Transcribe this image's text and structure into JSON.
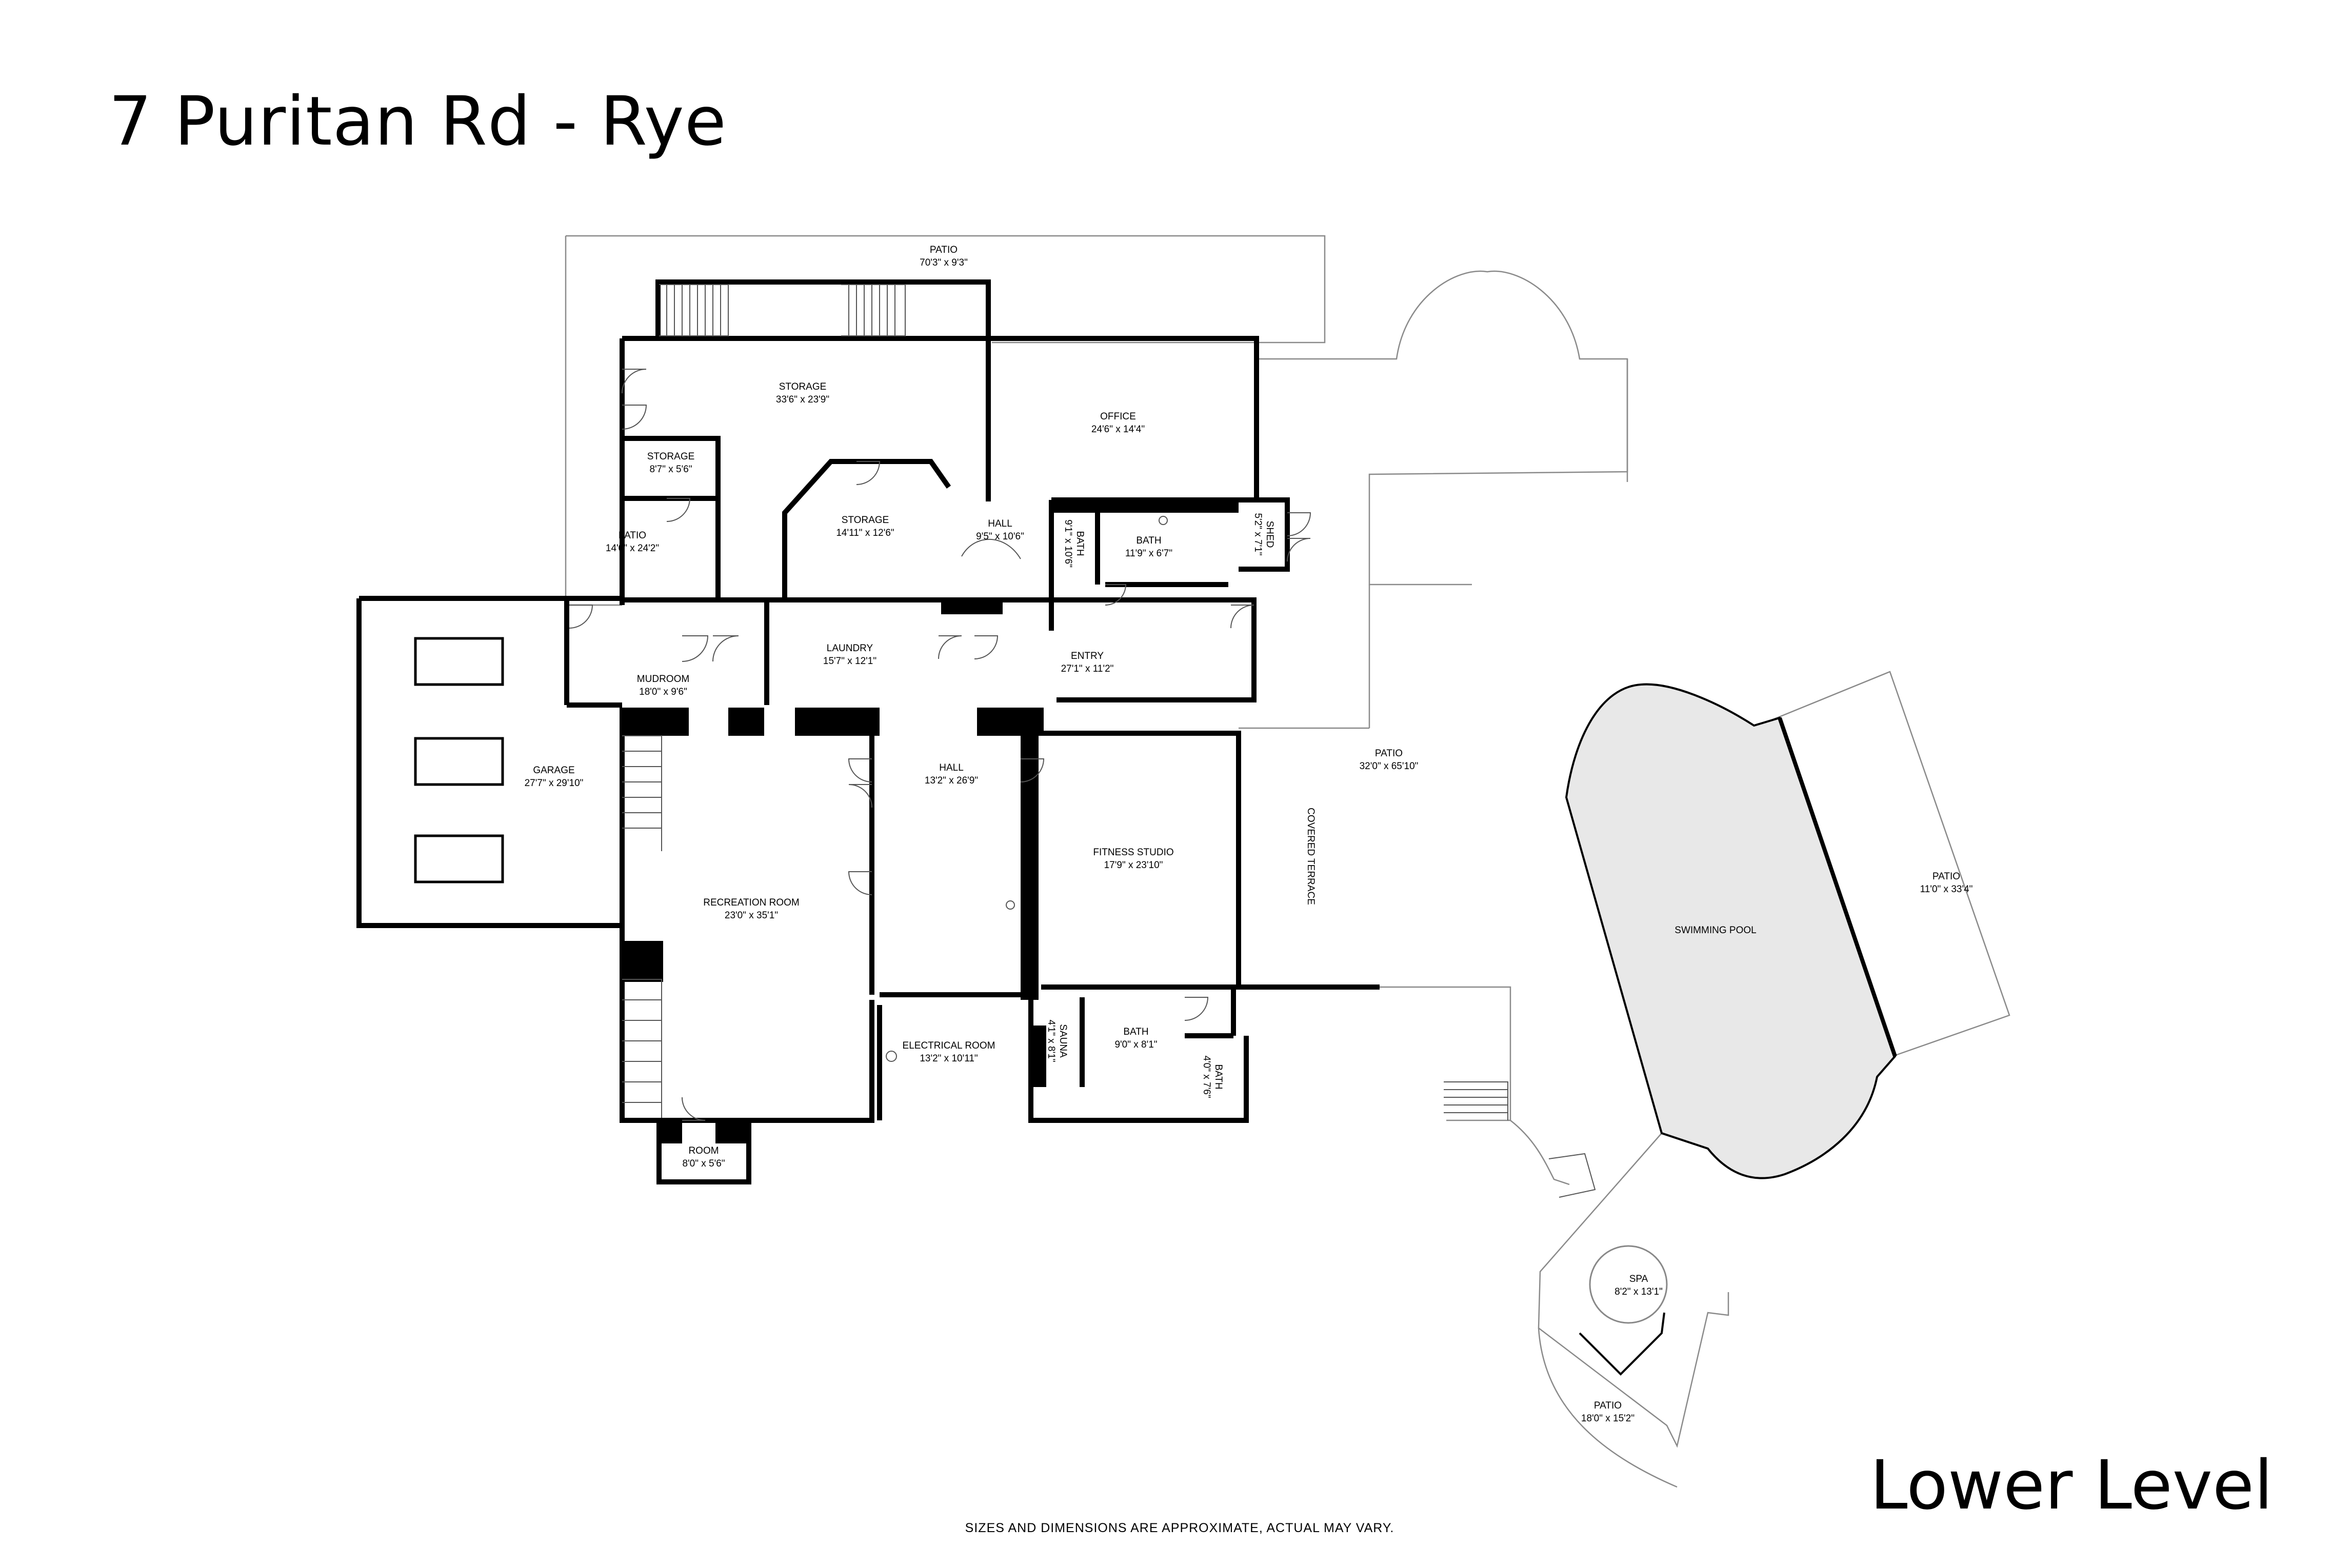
{
  "title": "7 Puritan Rd - Rye",
  "level": "Lower Level",
  "disclaimer": "SIZES AND DIMENSIONS ARE APPROXIMATE, ACTUAL MAY VARY.",
  "rooms": {
    "patio_top": {
      "name": "PATIO",
      "dims": "70'3\" x 9'3\""
    },
    "storage_main": {
      "name": "STORAGE",
      "dims": "33'6\" x 23'9\""
    },
    "office": {
      "name": "OFFICE",
      "dims": "24'6\" x 14'4\""
    },
    "storage_small": {
      "name": "STORAGE",
      "dims": "8'7\" x 5'6\""
    },
    "storage_oct": {
      "name": "STORAGE",
      "dims": "14'11\" x 12'6\""
    },
    "hall_upper": {
      "name": "HALL",
      "dims": "9'5\" x 10'6\""
    },
    "bath_narrow": {
      "name": "BATH",
      "dims": "9'1\" x 10'6\""
    },
    "bath_upper": {
      "name": "BATH",
      "dims": "11'9\" x 6'7\""
    },
    "shed": {
      "name": "SHED",
      "dims": "5'2\" x 7'1\""
    },
    "patio_left": {
      "name": "PATIO",
      "dims": "14'0\" x 24'2\""
    },
    "laundry": {
      "name": "LAUNDRY",
      "dims": "15'7\" x 12'1\""
    },
    "entry": {
      "name": "ENTRY",
      "dims": "27'1\" x 11'2\""
    },
    "mudroom": {
      "name": "MUDROOM",
      "dims": "18'0\" x 9'6\""
    },
    "garage": {
      "name": "GARAGE",
      "dims": "27'7\" x 29'10\""
    },
    "hall_center": {
      "name": "HALL",
      "dims": "13'2\" x 26'9\""
    },
    "fitness": {
      "name": "FITNESS STUDIO",
      "dims": "17'9\" x 23'10\""
    },
    "recreation": {
      "name": "RECREATION ROOM",
      "dims": "23'0\" x 35'1\""
    },
    "patio_right": {
      "name": "PATIO",
      "dims": "32'0\" x 65'10\""
    },
    "covered_terrace": {
      "name": "COVERED TERRACE"
    },
    "swimming_pool": {
      "name": "SWIMMING POOL"
    },
    "patio_pool": {
      "name": "PATIO",
      "dims": "11'0\" x 33'4\""
    },
    "electrical": {
      "name": "ELECTRICAL ROOM",
      "dims": "13'2\" x 10'11\""
    },
    "sauna": {
      "name": "SAUNA",
      "dims": "4'1\" x 8'1\""
    },
    "bath_lower": {
      "name": "BATH",
      "dims": "9'0\" x 8'1\""
    },
    "bath_small": {
      "name": "BATH",
      "dims": "4'0\" x 7'6\""
    },
    "room": {
      "name": "ROOM",
      "dims": "8'0\" x 5'6\""
    },
    "spa": {
      "name": "SPA",
      "dims": "8'2\" x 13'1\""
    },
    "patio_spa": {
      "name": "PATIO",
      "dims": "18'0\" x 15'2\""
    }
  }
}
